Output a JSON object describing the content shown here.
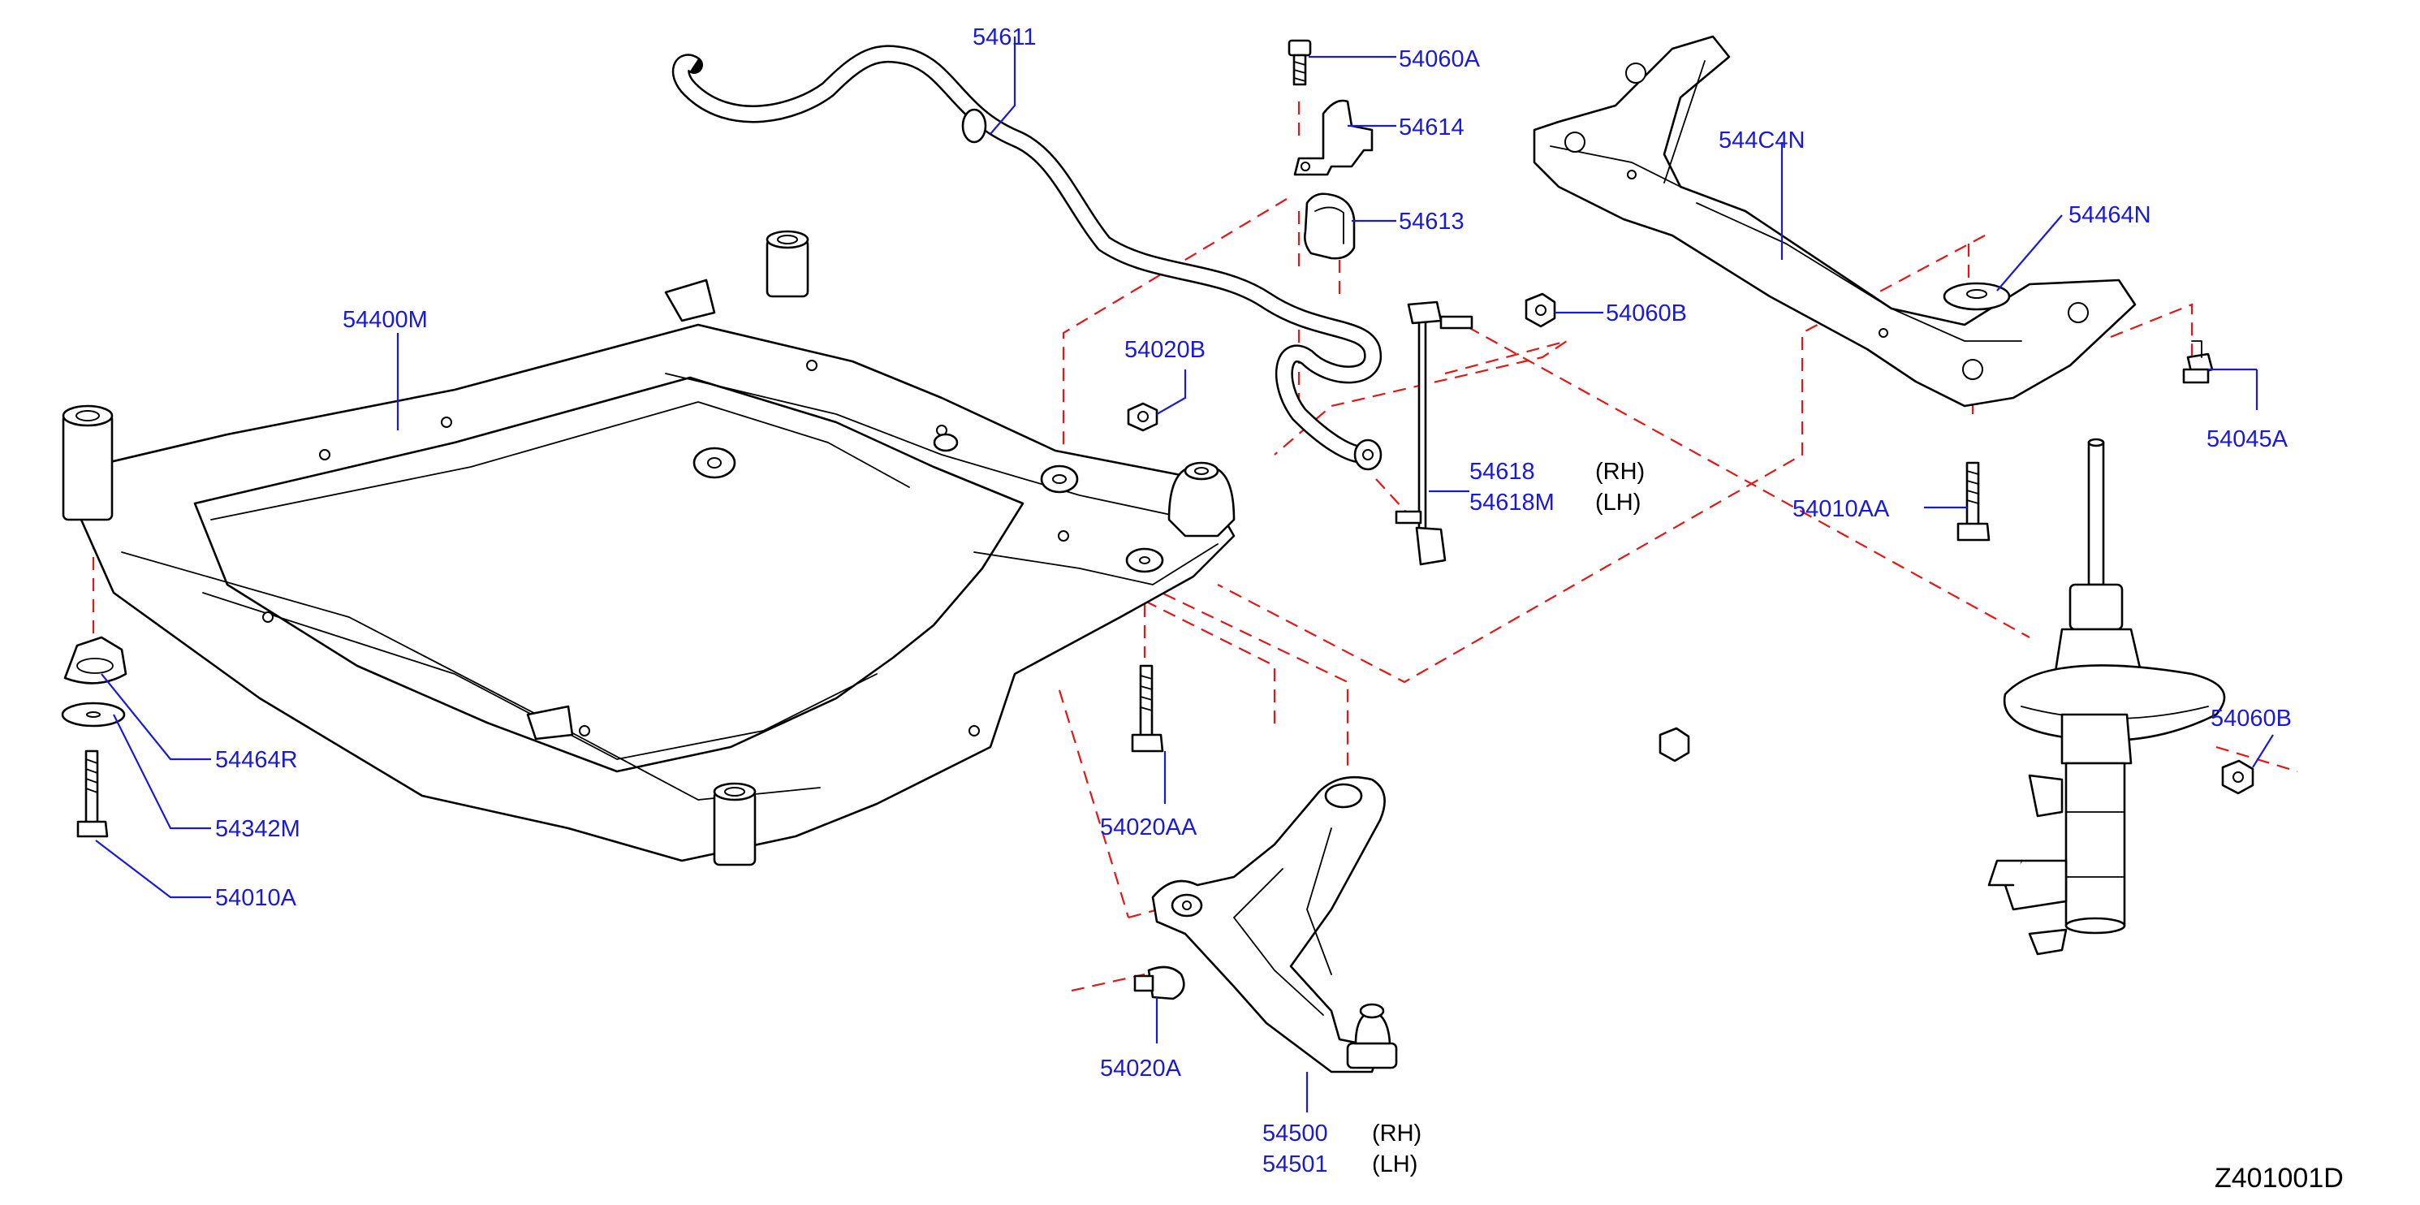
{
  "diagram_id": "Z401001D",
  "labels": {
    "l54611": "54611",
    "l54060A": "54060A",
    "l54614": "54614",
    "l54613": "54613",
    "l544C4N": "544C4N",
    "l54464N": "54464N",
    "l54400M": "54400M",
    "l54020B": "54020B",
    "l54060B_top": "54060B",
    "l54618": "54618",
    "l54618M": "54618M",
    "l54010AA": "54010AA",
    "l54045A": "54045A",
    "l54060B_right": "54060B",
    "l54464R": "54464R",
    "l54342M": "54342M",
    "l54010A": "54010A",
    "l54020AA": "54020AA",
    "l54020A": "54020A",
    "l54500": "54500",
    "l54501": "54501"
  },
  "side_marks": {
    "rh_link": "(RH)",
    "lh_link": "(LH)",
    "rh_arm": "(RH)",
    "lh_arm": "(LH)"
  },
  "colors": {
    "label": "#1a1ad6",
    "dash": "#e01818",
    "line": "#000000"
  }
}
